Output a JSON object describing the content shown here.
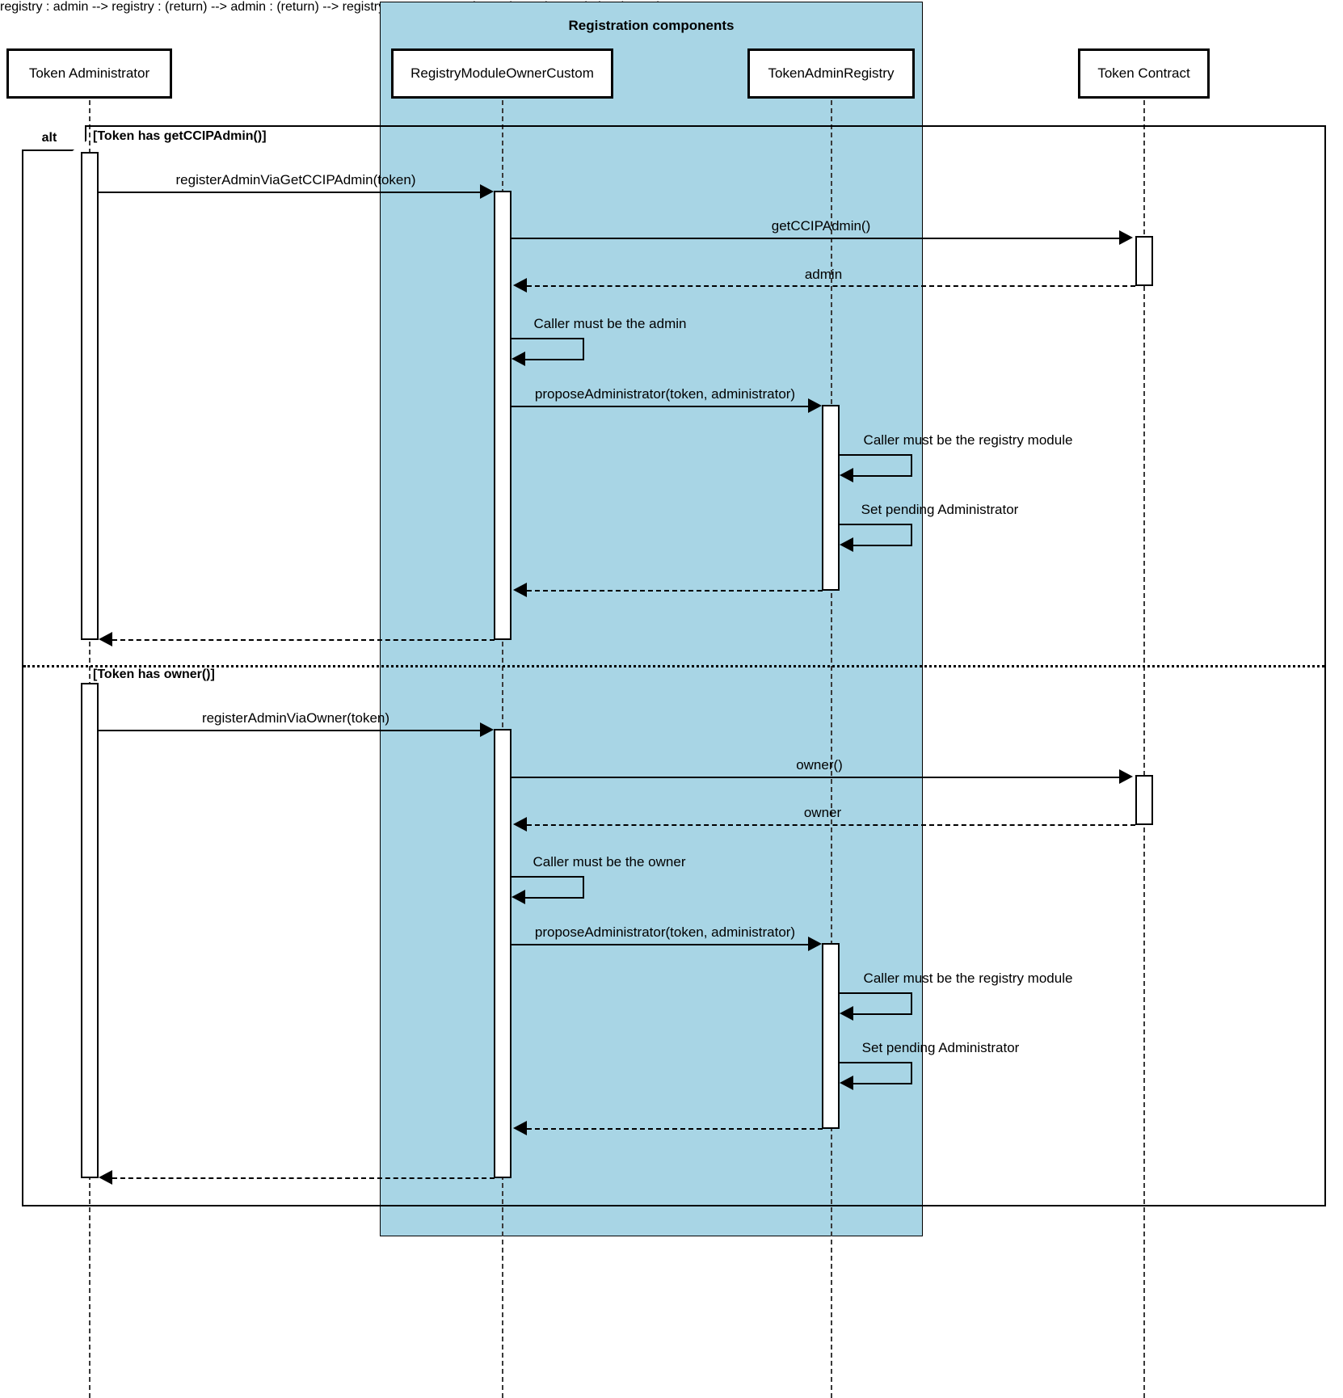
{
  "diagram": {
    "type": "uml-sequence-diagram",
    "group_box": {
      "title": "Registration components",
      "color": "#a8d5e5"
    },
    "participants": [
      {
        "id": "admin",
        "label": "Token Administrator",
        "in_group": false
      },
      {
        "id": "registry",
        "label": "RegistryModuleOwnerCustom",
        "in_group": true
      },
      {
        "id": "tar",
        "label": "TokenAdminRegistry",
        "in_group": true
      },
      {
        "id": "token",
        "label": "Token Contract",
        "in_group": false
      }
    ],
    "fragment": {
      "operator": "alt",
      "branches": [
        {
          "guard": "[Token has getCCIPAdmin()]"
        },
        {
          "guard": "[Token has owner()]"
        }
      ]
    },
    "messages": [
      {
        "id": "m1",
        "text": "registerAdminViaGetCCIPAdmin(token)",
        "kind": "sync"
      },
      {
        "id": "m2",
        "text": "getCCIPAdmin()",
        "kind": "sync"
      },
      {
        "id": "m3",
        "text": "admin",
        "kind": "reply"
      },
      {
        "id": "m4",
        "text": "Caller must be the admin",
        "kind": "self"
      },
      {
        "id": "m5",
        "text": "proposeAdministrator(token, administrator)",
        "kind": "sync"
      },
      {
        "id": "m6",
        "text": "Caller must be the registry module",
        "kind": "self"
      },
      {
        "id": "m7",
        "text": "Set pending Administrator",
        "kind": "self"
      },
      {
        "id": "m8",
        "text": "",
        "kind": "reply"
      },
      {
        "id": "m9",
        "text": "",
        "kind": "reply"
      },
      {
        "id": "m10",
        "text": "registerAdminViaOwner(token)",
        "kind": "sync"
      },
      {
        "id": "m11",
        "text": "owner()",
        "kind": "sync"
      },
      {
        "id": "m12",
        "text": "owner",
        "kind": "reply"
      },
      {
        "id": "m13",
        "text": "Caller must be the owner",
        "kind": "self"
      },
      {
        "id": "m14",
        "text": "proposeAdministrator(token, administrator)",
        "kind": "sync"
      },
      {
        "id": "m15",
        "text": "Caller must be the registry module",
        "kind": "self"
      },
      {
        "id": "m16",
        "text": "Set pending Administrator",
        "kind": "self"
      },
      {
        "id": "m17",
        "text": "",
        "kind": "reply"
      },
      {
        "id": "m18",
        "text": "",
        "kind": "reply"
      }
    ]
  }
}
